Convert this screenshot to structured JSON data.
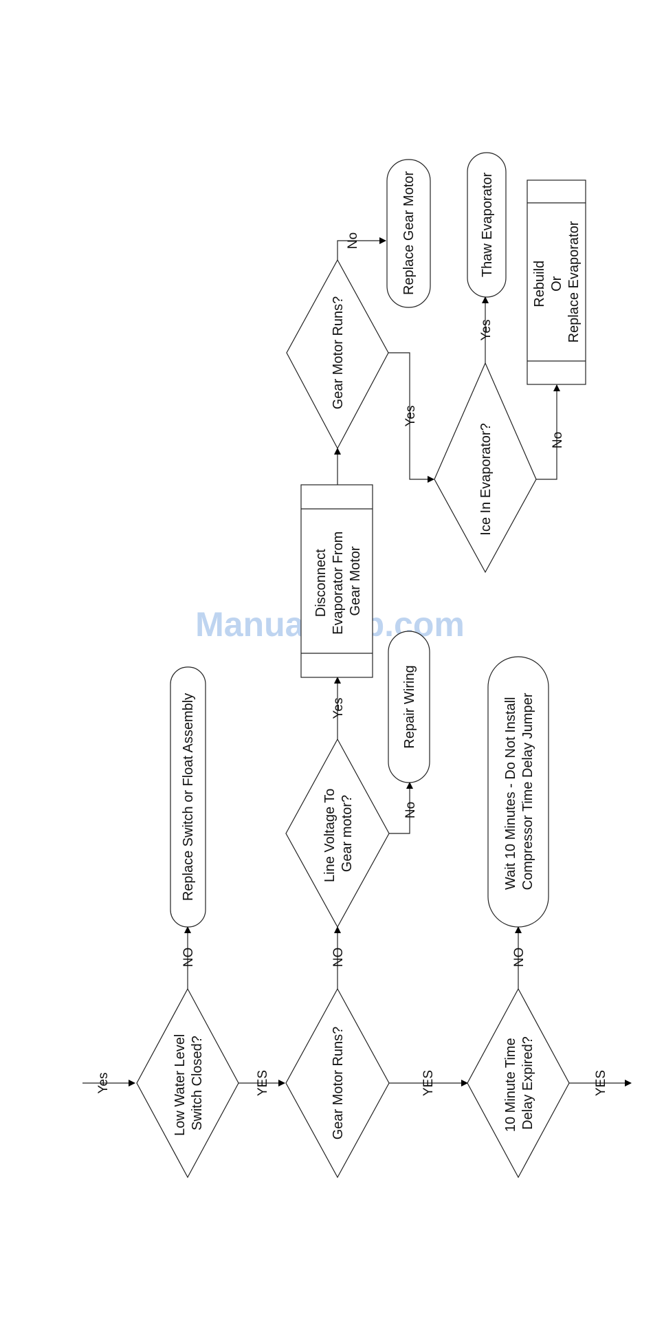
{
  "watermark": "ManualsLib.com",
  "nodes": {
    "low_water": [
      "Low Water Level",
      "Switch Closed?"
    ],
    "replace_switch": [
      "Replace Switch or Float Assembly"
    ],
    "gear_motor_runs_1": [
      "Gear Motor Runs?"
    ],
    "line_voltage": [
      "Line Voltage To",
      "Gear motor?"
    ],
    "repair_wiring": [
      "Repair Wiring"
    ],
    "disconnect": [
      "Disconnect",
      "Evaporator From",
      "Gear Motor"
    ],
    "gear_motor_runs_2": [
      "Gear Motor Runs?"
    ],
    "replace_gear_motor": [
      "Replace Gear Motor"
    ],
    "ice_in_evap": [
      "Ice In Evaporator?"
    ],
    "thaw_evap": [
      "Thaw Evaporator"
    ],
    "rebuild": [
      "Rebuild",
      "Or",
      "Replace Evaporator"
    ],
    "time_delay": [
      "10 Minute Time",
      "Delay Expired?"
    ],
    "wait_10": [
      "Wait 10 Minutes - Do Not Install",
      "Compressor Time Delay Jumper"
    ]
  },
  "edges": {
    "entry_yes": "Yes",
    "low_water_no": "NO",
    "low_water_yes": "YES",
    "gm1_no": "NO",
    "gm1_yes": "YES",
    "lv_yes": "Yes",
    "lv_no": "No",
    "gm2_no": "No",
    "gm2_yes": "Yes",
    "ice_yes": "Yes",
    "ice_no": "No",
    "td_no": "NO",
    "td_yes": "YES"
  }
}
